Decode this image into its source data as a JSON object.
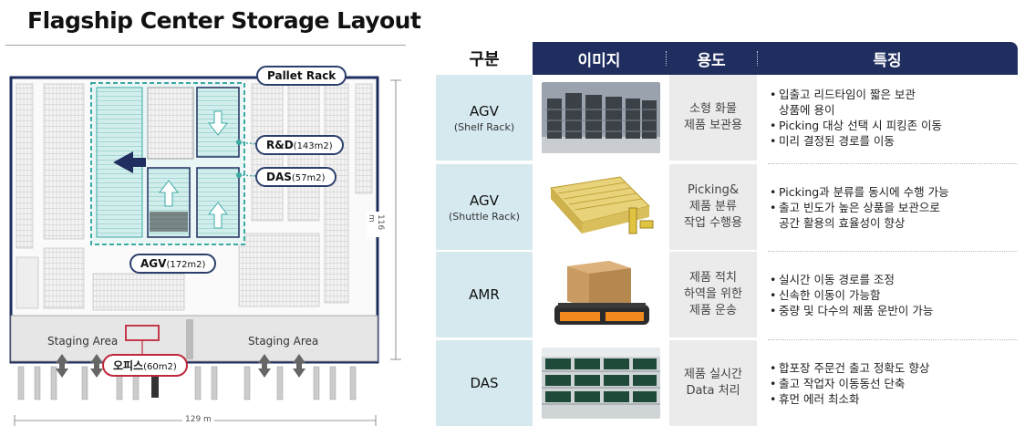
{
  "left_panel": {
    "title": "Flagship Center Storage Layout",
    "labels": {
      "pallet_rack": "Pallet Rack",
      "rd_name": "R&D",
      "rd_area": "(143m2)",
      "das_name": "DAS",
      "das_area": "(57m2)",
      "agv_name": "AGV",
      "agv_area": "(172m2)",
      "office_name": "오피스",
      "office_area": "(60m2)",
      "staging_left": "Staging Area",
      "staging_right": "Staging Area",
      "dim_width": "129 m",
      "dim_height": "116 m"
    }
  },
  "table": {
    "headers": {
      "type": "구분",
      "image": "이미지",
      "use": "용도",
      "features": "특징"
    },
    "rows": [
      {
        "type": "AGV",
        "sub": "(Shelf Rack)",
        "image_icon": "shelf-rack-photo-icon",
        "use": [
          "소형 화물",
          "제품 보관용"
        ],
        "features": [
          [
            "입출고 리드타임이 짧은 보관",
            "상품에 용이"
          ],
          [
            "Picking 대상 선택 시 피킹존 이동"
          ],
          [
            "미리 결정된 경로를 이동"
          ]
        ]
      },
      {
        "type": "AGV",
        "sub": "(Shuttle Rack)",
        "image_icon": "shuttle-rack-icon",
        "use": [
          "Picking&",
          "제품 분류",
          "작업 수행용"
        ],
        "features": [
          [
            "Picking과 분류를 동시에 수행 가능"
          ],
          [
            "출고 빈도가 높은 상품을 보관으로",
            "공간 활용의 효율성이 향상"
          ]
        ]
      },
      {
        "type": "AMR",
        "sub": "",
        "image_icon": "amr-robot-icon",
        "use": [
          "제품 적치",
          "하역을 위한",
          "제품 운송"
        ],
        "features": [
          [
            "실시간 이동 경로를 조정"
          ],
          [
            "신속한 이동이 가능함"
          ],
          [
            "중량 및 다수의 제품 운반이 가능"
          ]
        ]
      },
      {
        "type": "DAS",
        "sub": "",
        "image_icon": "das-shelves-photo-icon",
        "use": [
          "제품 실시간",
          "Data 처리"
        ],
        "features": [
          [
            "합포장 주문건 출고 정확도 향상"
          ],
          [
            "출고 작업자 이동동선 단축"
          ],
          [
            "휴먼 에러 최소화"
          ]
        ]
      }
    ]
  }
}
